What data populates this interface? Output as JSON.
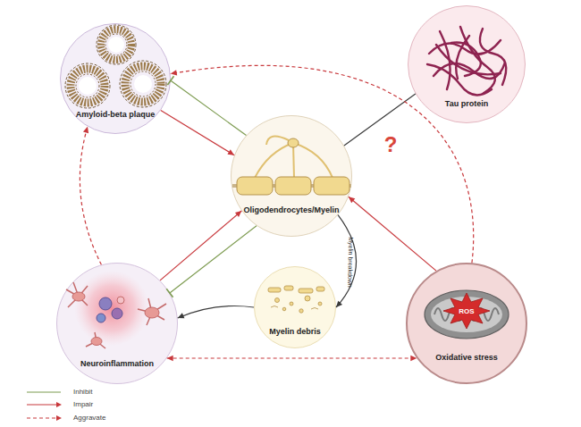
{
  "diagram": {
    "nodes": [
      {
        "text": [
          "Amyloid-beta plaque"
        ]
      },
      {
        "text": [
          "Tau protein"
        ]
      },
      {
        "text": [
          "Oligodendrocytes/Myelin"
        ]
      },
      {
        "text": [
          "Myelin debris"
        ]
      },
      {
        "text": [
          "Neuroinflammation"
        ]
      },
      {
        "text": [
          "Oxidative stress"
        ]
      }
    ],
    "edges": [
      {
        "from": 0,
        "to": 2,
        "arrow": "to"
      },
      {
        "from": 2,
        "to": 0,
        "arrow": "to"
      },
      {
        "from": 2,
        "to": 1,
        "arrow": "none"
      },
      {
        "from": 4,
        "to": 2,
        "arrow": "to"
      },
      {
        "from": 2,
        "to": 4,
        "arrow": "to"
      },
      {
        "from": 5,
        "to": 2,
        "arrow": "to"
      },
      {
        "from": 2,
        "to": 3,
        "label": "Myelin breakdown",
        "arrow": "to"
      },
      {
        "from": 3,
        "to": 4,
        "arrow": "to"
      },
      {
        "from": 4,
        "to": 5,
        "arrow": "both"
      },
      {
        "from": 4,
        "to": 0,
        "arrow": "to"
      },
      {
        "from": 5,
        "to": 0,
        "arrow": "to"
      }
    ],
    "labels": [
      "?",
      "ROS"
    ],
    "legend": [
      {
        "text": "Inhibit"
      },
      {
        "text": "Impair"
      },
      {
        "text": "Aggravate"
      }
    ]
  }
}
